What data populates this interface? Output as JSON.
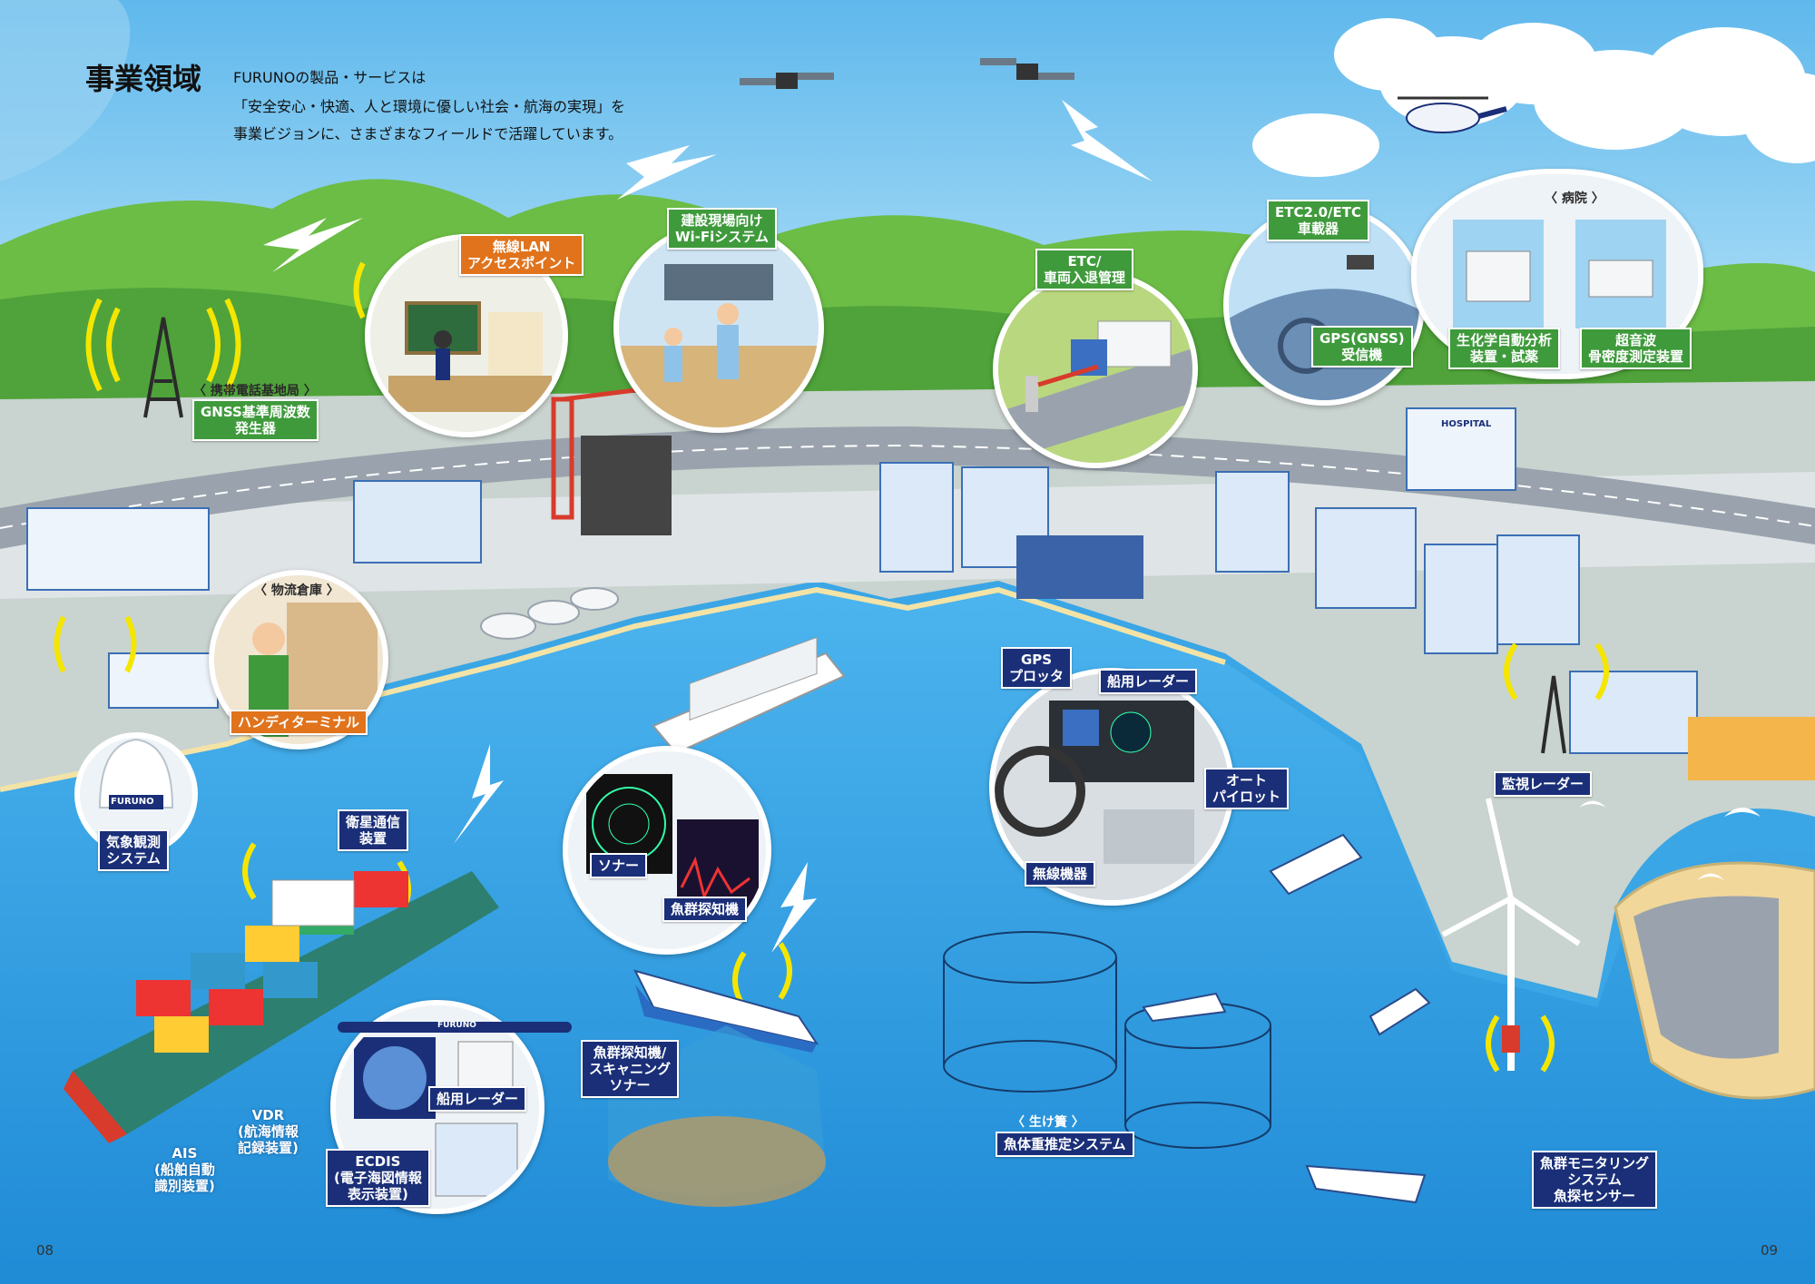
{
  "header": {
    "title": "事業領域",
    "intro_lines": [
      "FURUNOの製品・サービスは",
      "「安全安心・快適、人と環境に優しい社会・航海の実現」を",
      "事業ビジョンに、さまざまなフィールドで活躍しています。"
    ]
  },
  "labels": {
    "cell_station_caption": "〈 携帯電話基地局 〉",
    "gnss_ref": "GNSS基準周波数\n発生器",
    "wireless_lan": "無線LAN\nアクセスポイント",
    "construction_wifi": "建設現場向け\nWi-Fiシステム",
    "etc_vehicle": "ETC/\n車両入退管理",
    "etc_onboard": "ETC2.0/ETC\n車載器",
    "gps_receiver": "GPS(GNSS)\n受信機",
    "hospital_caption": "〈 病院 〉",
    "biochem": "生化学自動分析\n装置・試薬",
    "bone_density": "超音波\n骨密度測定装置",
    "warehouse_caption": "〈 物流倉庫 〉",
    "handy_terminal": "ハンディターミナル",
    "weather": "気象観測\nシステム",
    "satcom": "衛星通信\n装置",
    "sonar": "ソナー",
    "fish_finder": "魚群探知機",
    "gps_plotter": "GPS\nプロッタ",
    "marine_radar_bridge": "船用レーダー",
    "autopilot": "オート\nパイロット",
    "radio": "無線機器",
    "surveillance_radar": "監視レーダー",
    "fishfinder_scanning": "魚群探知機/\nスキャニング\nソナー",
    "marine_radar_ship": "船用レーダー",
    "ecdis": "ECDIS\n(電子海図情報\n表示装置)",
    "vdr": "VDR\n(航海情報\n記録装置)",
    "ais": "AIS\n(船舶自動\n識別装置)",
    "fish_cage_caption": "〈 生け簀 〉",
    "fish_weight": "魚体重推定システム",
    "fish_monitoring": "魚群モニタリング\nシステム\n魚探センサー"
  },
  "scene_text": {
    "furuno_dome": "FURUNO",
    "furuno_antenna": "FURUNO",
    "hospital_sign": "HOSPITAL"
  },
  "page_numbers": {
    "left": "08",
    "right": "09"
  },
  "colors": {
    "sky": "#8fd2f3",
    "sea": "#2fa0e4",
    "land": "#7fc35a",
    "road": "#9aa3ad",
    "navy_label": "#1a2f78",
    "green_label": "#3f9a3c",
    "orange_label": "#e0731c",
    "signal_yellow": "#f5e600"
  }
}
